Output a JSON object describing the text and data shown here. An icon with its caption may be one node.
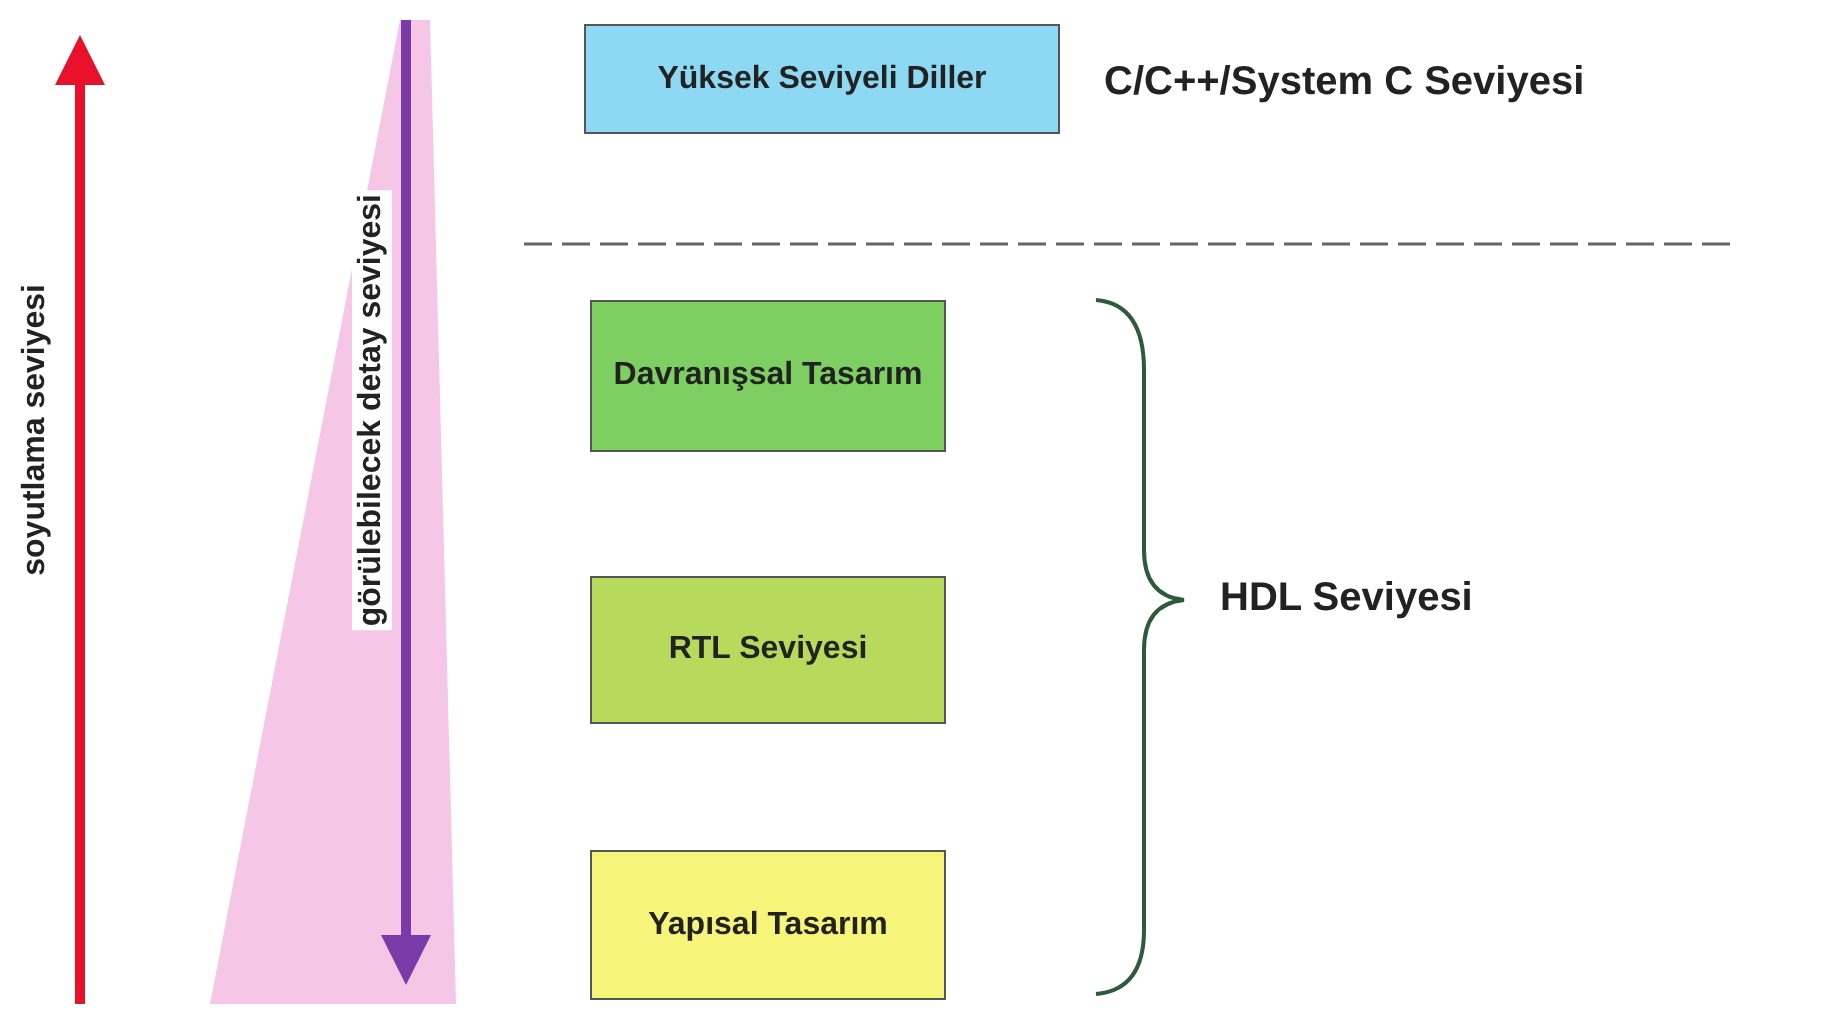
{
  "diagram": {
    "nodes": [
      {
        "text": [
          "Yüksek Seviyeli Diller"
        ]
      },
      {
        "text": [
          "Davranışsal Tasarım"
        ]
      },
      {
        "text": [
          "RTL Seviyesi"
        ]
      },
      {
        "text": [
          "Yapısal Tasarım"
        ]
      }
    ],
    "labels": [
      "soyutlama seviyesi",
      "görülebilecek detay seviyesi",
      "C/C++/System C Seviyesi",
      "HDL Seviyesi"
    ]
  }
}
